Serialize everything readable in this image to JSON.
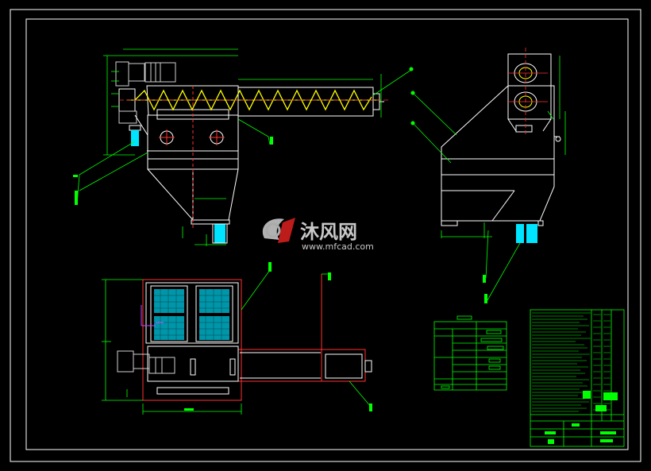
{
  "colors": {
    "background": "#000000",
    "frame": "#ffffff",
    "dimension": "#00ff00",
    "outline": "#ffffff",
    "hidden": "#ff3030",
    "screw": "#ffff00",
    "motor": "#cfcfcf",
    "screen": "#00e5ff",
    "title_block": "#00ff00",
    "watermark": "#c8c8c8"
  },
  "watermark": {
    "brand": "沐风网",
    "url": "www.mfcad.com",
    "logo_name": "mfcad-logo"
  },
  "views": {
    "front": "side-elevation",
    "side": "end-elevation",
    "plan": "top-plan"
  },
  "tables": {
    "parts_list": "parts-table",
    "title_block": "title-block"
  }
}
